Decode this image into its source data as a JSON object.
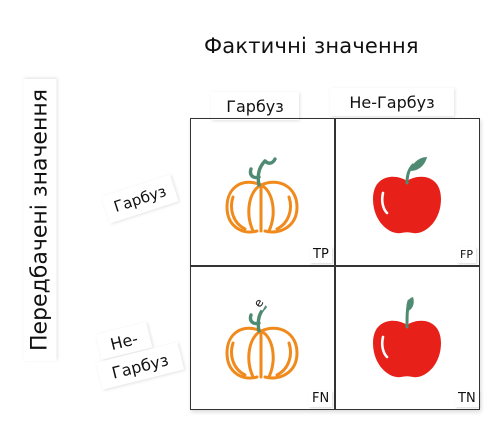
{
  "titles": {
    "actual": "Фактичні значення",
    "predicted": "Передбачені значення"
  },
  "columns": {
    "pumpkin": "Гарбуз",
    "not_pumpkin": "Не-Гарбуз"
  },
  "rows": {
    "pumpkin": "Гарбуз",
    "not_pumpkin_line1": "Не-",
    "not_pumpkin_line2": "Гарбуз"
  },
  "cells": {
    "tp": "TP",
    "fp": "FP",
    "fn": "FN",
    "tn": "TN"
  },
  "stray_mark": "e",
  "colors": {
    "pumpkin_stroke": "#f08a1c",
    "stem": "#4f8a72",
    "apple_red": "#e8201a",
    "apple_highlight": "#ffffff",
    "grid": "#333333"
  },
  "icons": {
    "pumpkin": "pumpkin-icon",
    "apple": "apple-icon"
  }
}
